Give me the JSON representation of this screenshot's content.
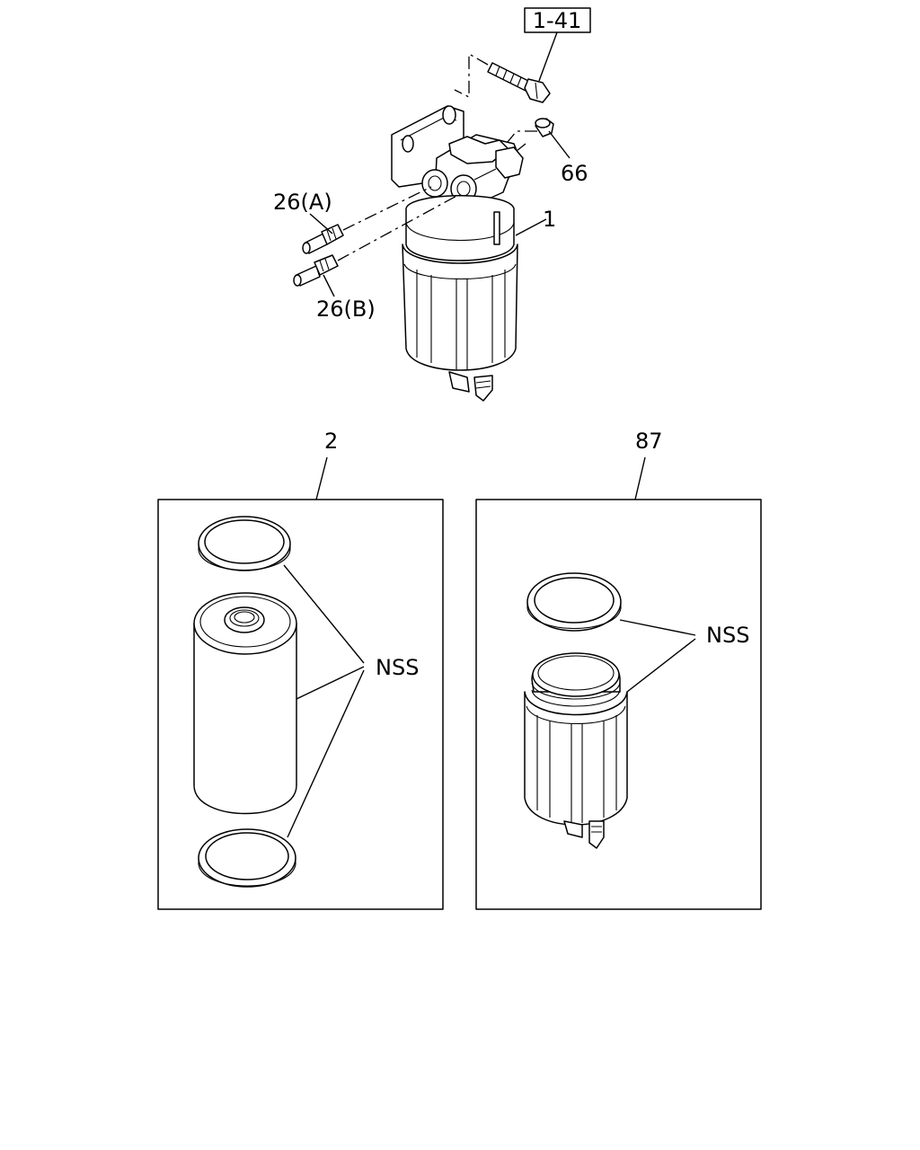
{
  "callouts": {
    "ref_box": "1-41",
    "plug": "66",
    "filter_assembly": "1",
    "fitting_a": "26(A)",
    "fitting_b": "26(B)",
    "element_kit": "2",
    "bowl_kit": "87",
    "nss_left": "NSS",
    "nss_right": "NSS"
  }
}
